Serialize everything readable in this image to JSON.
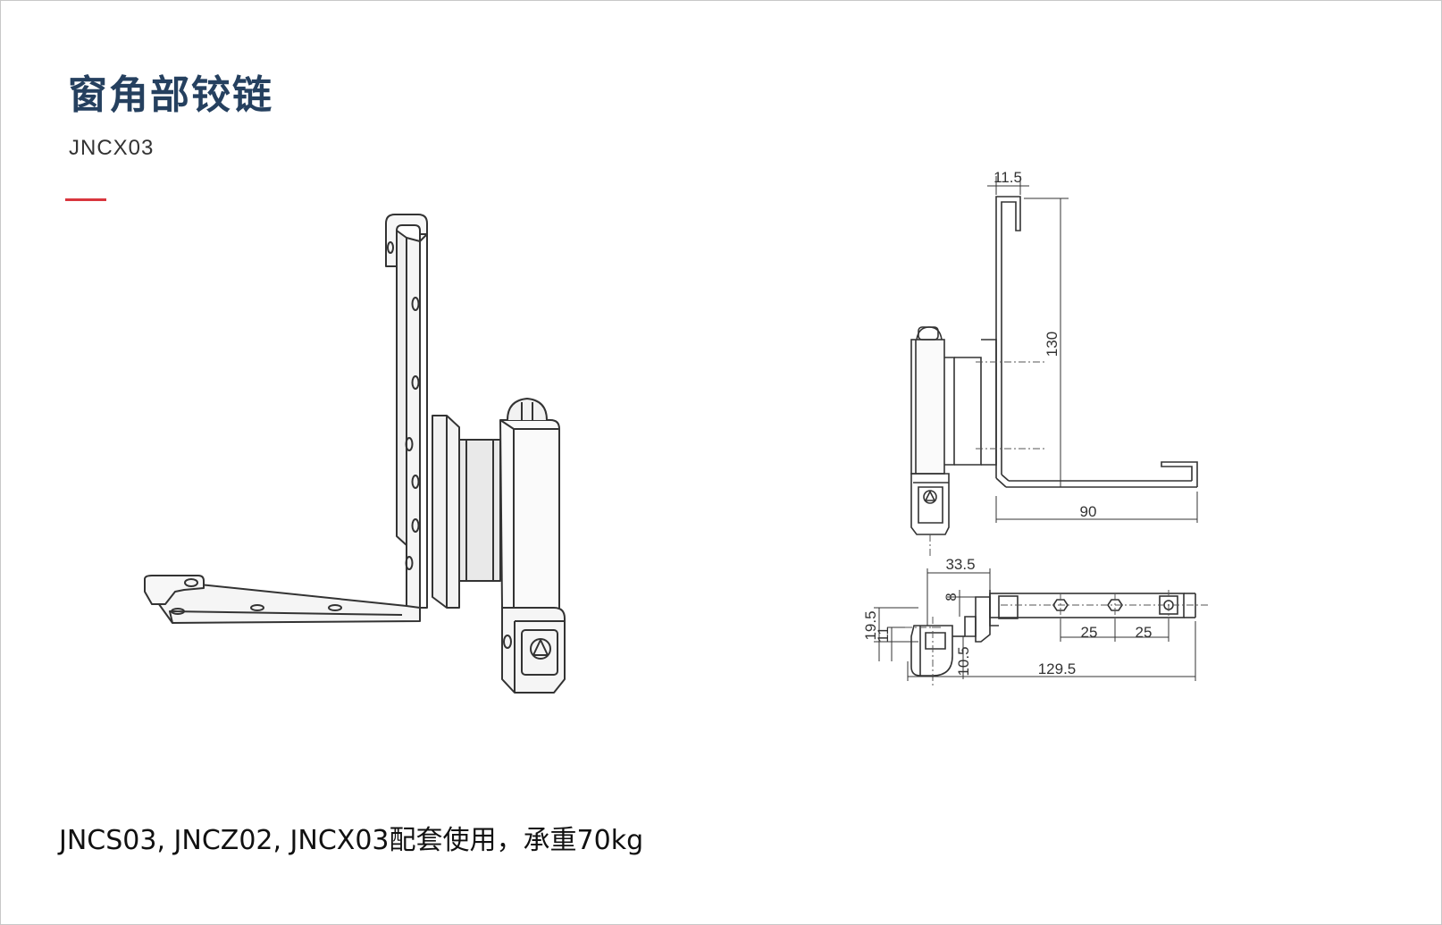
{
  "header": {
    "title": "窗角部铰链",
    "model": "JNCX03"
  },
  "footer": {
    "caption": "JNCS03, JNCZ02, JNCX03配套使用，承重70kg"
  },
  "dimensions": {
    "top_offset": "11.5",
    "height": "130",
    "width": "90",
    "offset": "33.5",
    "depth_total": "19.5",
    "depth_a": "11",
    "depth_b": "10.5",
    "gap": "8",
    "hole_pitch_1": "25",
    "hole_pitch_2": "25",
    "length": "129.5"
  },
  "colors": {
    "title": "#25405f",
    "accent": "#d9363e",
    "line": "#333333"
  }
}
